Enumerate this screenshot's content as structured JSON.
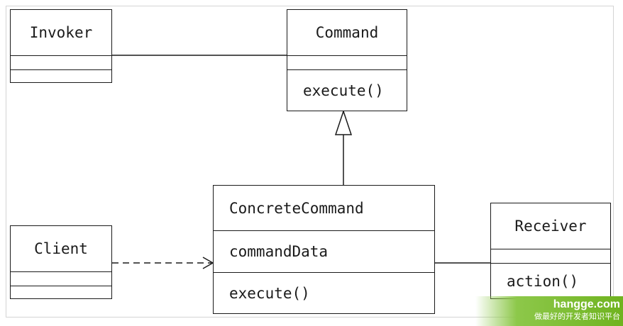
{
  "diagram": {
    "classes": {
      "invoker": {
        "name": "Invoker",
        "attributes": "",
        "methods": ""
      },
      "command": {
        "name": "Command",
        "attributes": "",
        "methods": "execute()"
      },
      "concrete_command": {
        "name": "ConcreteCommand",
        "attributes": "commandData",
        "methods": "execute()"
      },
      "client": {
        "name": "Client",
        "attributes": "",
        "methods": ""
      },
      "receiver": {
        "name": "Receiver",
        "attributes": "",
        "methods": "action()"
      }
    },
    "relations": [
      {
        "from": "Invoker",
        "to": "Command",
        "type": "association"
      },
      {
        "from": "ConcreteCommand",
        "to": "Command",
        "type": "generalization"
      },
      {
        "from": "Client",
        "to": "ConcreteCommand",
        "type": "dependency"
      },
      {
        "from": "ConcreteCommand",
        "to": "Receiver",
        "type": "association"
      }
    ]
  },
  "watermark": {
    "site": "hangge.com",
    "tagline": "做最好的开发者知识平台",
    "color": "#6fb31f"
  }
}
